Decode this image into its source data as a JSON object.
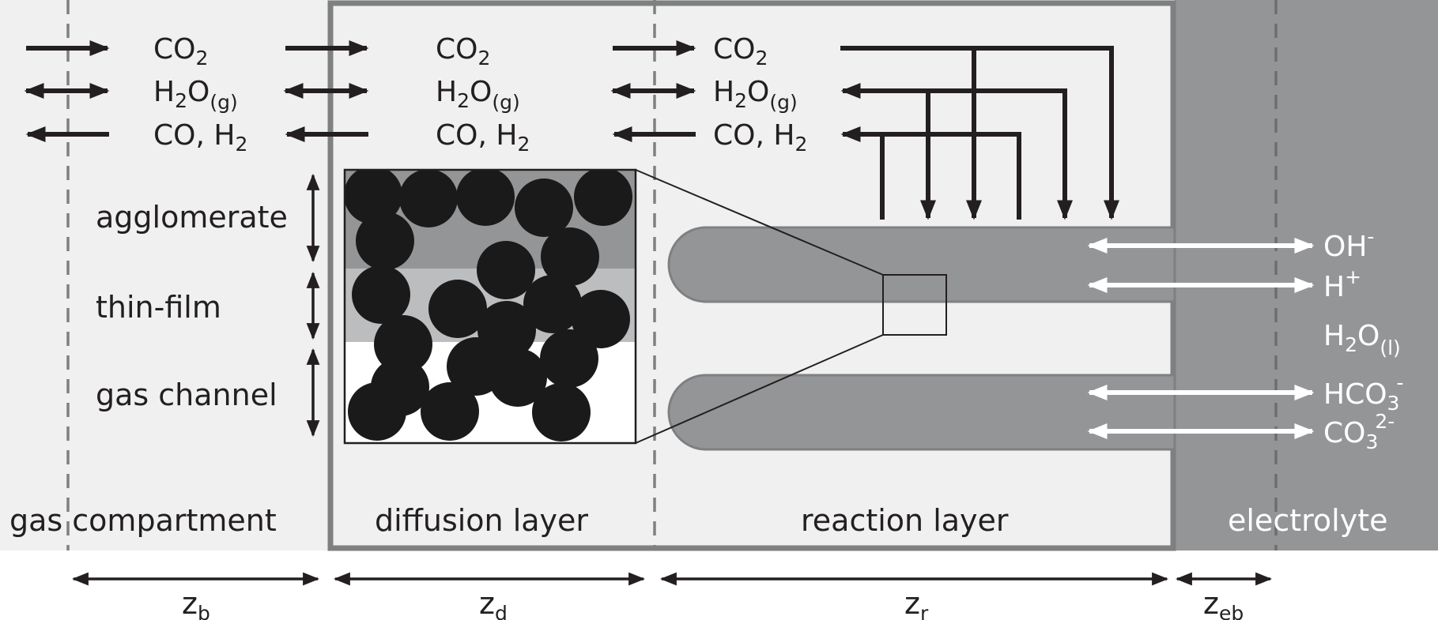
{
  "regions": {
    "gas_compartment": "gas compartment",
    "diffusion_layer": "diffusion layer",
    "reaction_layer": "reaction layer",
    "electrolyte": "electrolyte"
  },
  "species": {
    "co2": {
      "base": "CO",
      "sub": "2"
    },
    "h2o_g": {
      "base": "H",
      "sub1": "2",
      "mid": "O",
      "sub2": "(g)"
    },
    "co_h2": {
      "base": "CO, H",
      "sub": "2"
    }
  },
  "pore_structure": {
    "agglomerate": "agglomerate",
    "thin_film": "thin-film",
    "gas_channel": "gas channel"
  },
  "ions": {
    "oh": {
      "base": "OH",
      "sup": "-"
    },
    "h": {
      "base": "H",
      "sup": "+"
    },
    "h2o_l": {
      "base": "H",
      "sub1": "2",
      "mid": "O",
      "sub2": "(l)"
    },
    "hco3": {
      "base": "HCO",
      "sub": "3",
      "sup": "-"
    },
    "co3": {
      "base": "CO",
      "sub": "3",
      "sup": "2-"
    }
  },
  "dimensions": {
    "zb": {
      "base": "z",
      "sub": "b"
    },
    "zd": {
      "base": "z",
      "sub": "d"
    },
    "zr": {
      "base": "z",
      "sub": "r"
    },
    "zeb": {
      "base": "z",
      "sub": "eb"
    }
  },
  "colors": {
    "background_light": "#eff0ef",
    "border_gray": "#7f8081",
    "electrolyte_gray": "#949597",
    "pore_gray": "#949597",
    "particle_black": "#1a1a1a",
    "arrow_black": "#231f20"
  }
}
